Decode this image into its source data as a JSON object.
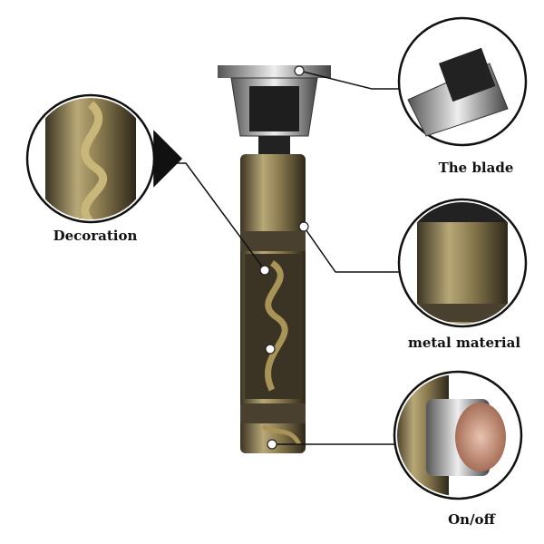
{
  "labels": {
    "decoration": "Decoration",
    "blade": "The blade",
    "metal": "metal material",
    "onoff": "On/off"
  },
  "colors": {
    "bronze_dark": "#3a3322",
    "bronze_light": "#b8a877",
    "gold": "#a89456"
  }
}
